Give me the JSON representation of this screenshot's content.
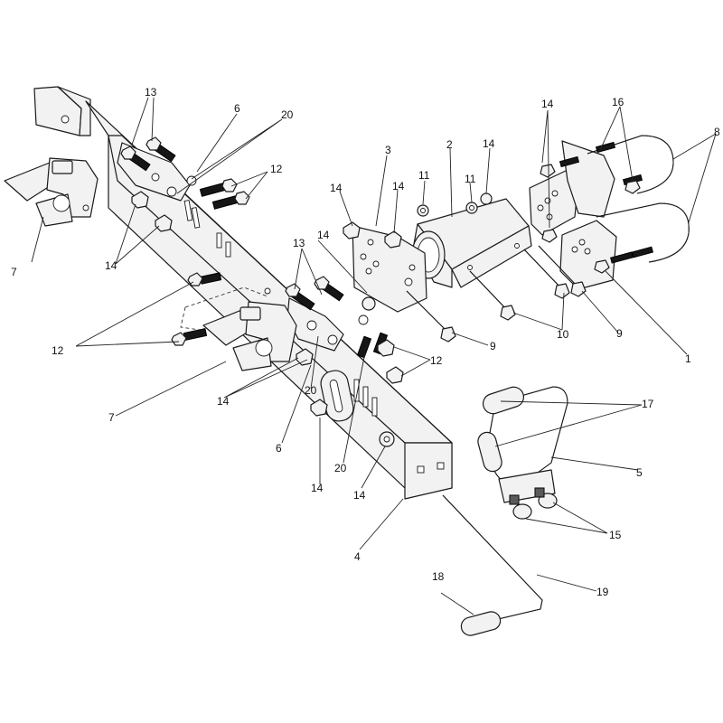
{
  "callouts": [
    {
      "id": "c13a",
      "text": "13"
    },
    {
      "id": "c6a",
      "text": "6"
    },
    {
      "id": "c20a",
      "text": "20"
    },
    {
      "id": "c12a",
      "text": "12"
    },
    {
      "id": "c14a",
      "text": "14"
    },
    {
      "id": "c7a",
      "text": "7"
    },
    {
      "id": "c14b",
      "text": "14"
    },
    {
      "id": "c12b",
      "text": "12"
    },
    {
      "id": "c13b",
      "text": "13"
    },
    {
      "id": "c14c",
      "text": "14"
    },
    {
      "id": "c3",
      "text": "3"
    },
    {
      "id": "c14d",
      "text": "14"
    },
    {
      "id": "c14e",
      "text": "14"
    },
    {
      "id": "c11a",
      "text": "11"
    },
    {
      "id": "c11b",
      "text": "11"
    },
    {
      "id": "c2",
      "text": "2"
    },
    {
      "id": "c14f",
      "text": "14"
    },
    {
      "id": "c14g",
      "text": "14"
    },
    {
      "id": "c16",
      "text": "16"
    },
    {
      "id": "c8",
      "text": "8"
    },
    {
      "id": "c9a",
      "text": "9"
    },
    {
      "id": "c9b",
      "text": "9"
    },
    {
      "id": "c10",
      "text": "10"
    },
    {
      "id": "c1",
      "text": "1"
    },
    {
      "id": "c12c",
      "text": "12"
    },
    {
      "id": "c14h",
      "text": "14"
    },
    {
      "id": "c7b",
      "text": "7"
    },
    {
      "id": "c20b",
      "text": "20"
    },
    {
      "id": "c6b",
      "text": "6"
    },
    {
      "id": "c14i",
      "text": "14"
    },
    {
      "id": "c20c",
      "text": "20"
    },
    {
      "id": "c14j",
      "text": "14"
    },
    {
      "id": "c4",
      "text": "4"
    },
    {
      "id": "c17",
      "text": "17"
    },
    {
      "id": "c5",
      "text": "5"
    },
    {
      "id": "c15",
      "text": "15"
    },
    {
      "id": "c18",
      "text": "18"
    },
    {
      "id": "c19",
      "text": "19"
    }
  ]
}
